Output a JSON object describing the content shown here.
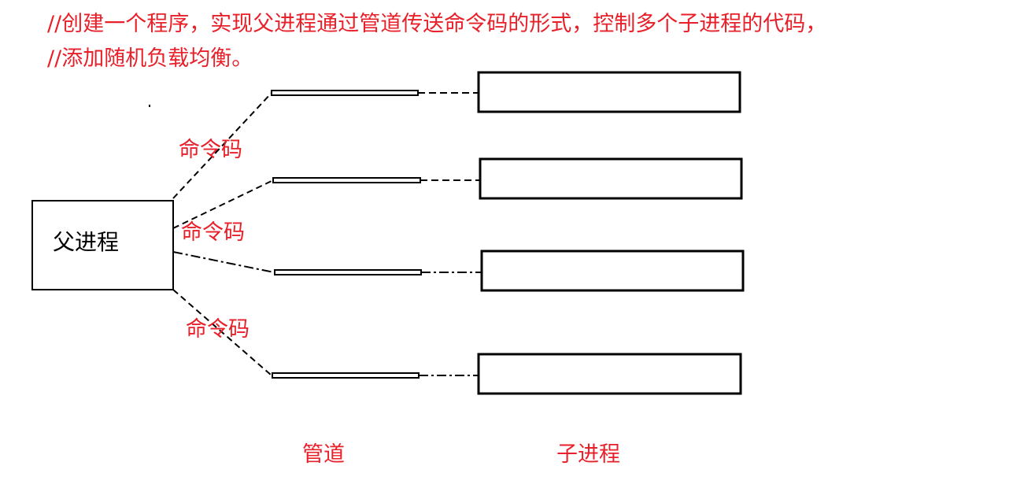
{
  "heading": {
    "line1": "//创建一个程序，实现父进程通过管道传送命令码的形式，控制多个子进程的代码，",
    "line2": "//添加随机负载均衡。"
  },
  "diagram": {
    "parent_label": "父进程",
    "command_labels": [
      "命令码",
      "命令码",
      "命令码"
    ],
    "pipes_caption": "管道",
    "children_caption": "子进程",
    "accent_color": "#e8202a"
  }
}
